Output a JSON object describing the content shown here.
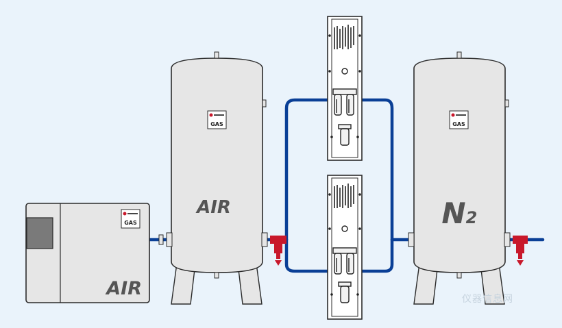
{
  "compressor": {
    "label": "AIR",
    "badge": "GAS"
  },
  "air_tank": {
    "label": "AIR",
    "badge": "GAS"
  },
  "nitrogen_tank": {
    "label": "N",
    "subscript": "2",
    "badge": "GAS"
  },
  "watermark": "仪器信息网",
  "colors": {
    "background": "#eaf3fb",
    "pipe": "#0a3f96",
    "equipment_fill": "#e6e6e6",
    "outline": "#2b2b2b",
    "label_text": "#555555",
    "valve": "#c8182b",
    "screen": "#7a7a7a"
  },
  "icons": [
    "brand-logo-icon",
    "filter-valve-icon",
    "flange-icon"
  ]
}
